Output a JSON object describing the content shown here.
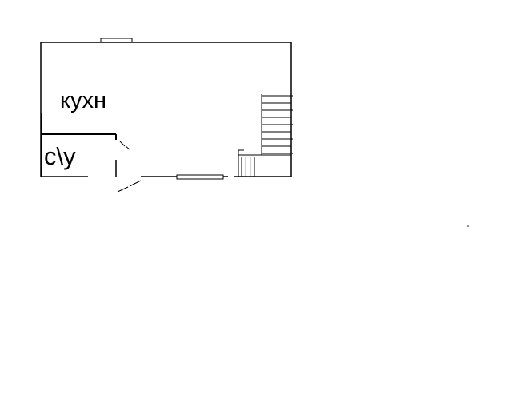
{
  "plan": {
    "rooms": [
      {
        "id": "kitchen",
        "label": "кухн"
      },
      {
        "id": "bathroom",
        "label": "с\\у"
      }
    ],
    "colors": {
      "line": "#000000",
      "background": "#ffffff",
      "window_fill": "#ffffff"
    },
    "stairs": {
      "upper_flight_steps": 9,
      "lower_flight_steps": 4
    }
  }
}
